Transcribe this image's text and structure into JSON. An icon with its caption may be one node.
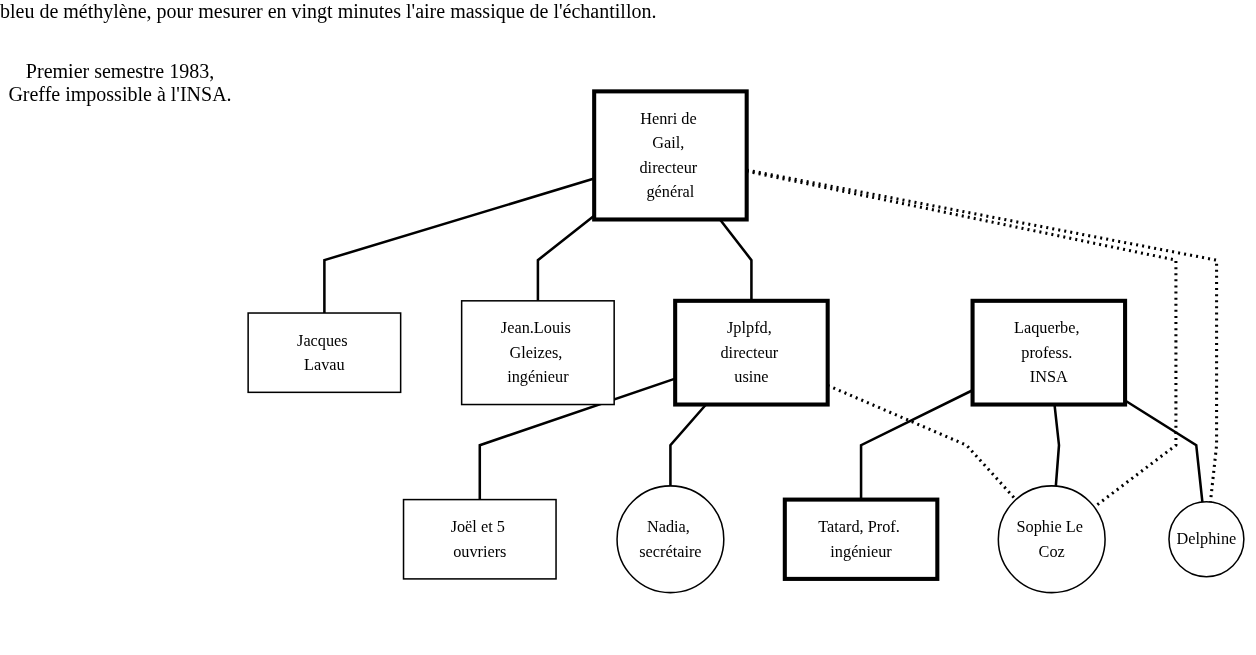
{
  "diagram": {
    "nodes": [
      {
        "text": [
          "Henri de Gail, directeur général"
        ]
      },
      {
        "text": [
          "Laquerbe, profess. INSA"
        ]
      },
      {
        "text": [
          "Tatard, Prof. ingénieur"
        ]
      },
      {
        "text": [
          "Jacques Lavau"
        ]
      },
      {
        "text": [
          "Jean.Louis Gleizes, ingénieur"
        ]
      },
      {
        "text": [
          "Jplpfd, directeur usine"
        ]
      },
      {
        "text": [
          "Sophie Le Coz"
        ]
      },
      {
        "text": [
          "Delphine"
        ]
      },
      {
        "text": [
          "Joël et 5 ouvriers"
        ]
      },
      {
        "text": [
          "Nadia, secrétaire"
        ]
      }
    ],
    "edges": [
      {
        "from": 0,
        "to": 3,
        "arrow": "none"
      },
      {
        "from": 0,
        "to": 4,
        "arrow": "none"
      },
      {
        "from": 0,
        "to": 5,
        "arrow": "none"
      },
      {
        "from": 0,
        "to": 6,
        "arrow": "none",
        "style": "dashed"
      },
      {
        "from": 0,
        "to": 7,
        "arrow": "none",
        "style": "dashed"
      },
      {
        "from": 1,
        "to": 2,
        "arrow": "none"
      },
      {
        "from": 1,
        "to": 6,
        "arrow": "none"
      },
      {
        "from": 1,
        "to": 7,
        "arrow": "none"
      },
      {
        "from": 5,
        "to": 6,
        "arrow": "none",
        "style": "dashed"
      },
      {
        "from": 5,
        "to": 8,
        "arrow": "none"
      },
      {
        "from": 5,
        "to": 9,
        "arrow": "none"
      }
    ],
    "labels": [
      "bleu de méthylène, pour mesurer en vingt minutes l'aire massique de l'échantillon.",
      "Premier semestre 1983, Greffe impossible à l'INSA."
    ]
  }
}
